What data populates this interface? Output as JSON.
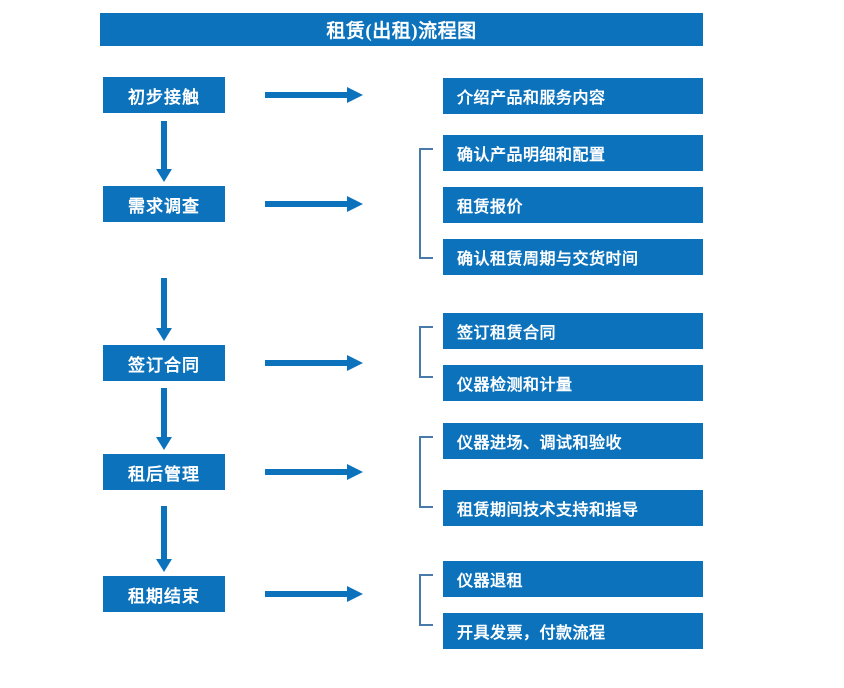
{
  "title": "租赁(出租)流程图",
  "colors": {
    "primary_blue": "#0c72bc",
    "bracket_blue": "#4a7ba8",
    "text_on_blue": "#ffffff",
    "background": "#ffffff"
  },
  "stages": [
    {
      "label": "初步接触"
    },
    {
      "label": "需求调查"
    },
    {
      "label": "签订合同"
    },
    {
      "label": "租后管理"
    },
    {
      "label": "租期结束"
    }
  ],
  "details": [
    {
      "label": "介绍产品和服务内容"
    },
    {
      "label": "确认产品明细和配置"
    },
    {
      "label": "租赁报价"
    },
    {
      "label": "确认租赁周期与交货时间"
    },
    {
      "label": "签订租赁合同"
    },
    {
      "label": "仪器检测和计量"
    },
    {
      "label": "仪器进场、调试和验收"
    },
    {
      "label": "租赁期间技术支持和指导"
    },
    {
      "label": "仪器退租"
    },
    {
      "label": "开具发票，付款流程"
    }
  ],
  "connectors": {
    "horizontal_arrow_icon": "arrow-right-icon",
    "vertical_arrow_icon": "arrow-down-icon",
    "bracket_icon": "group-bracket-icon"
  }
}
